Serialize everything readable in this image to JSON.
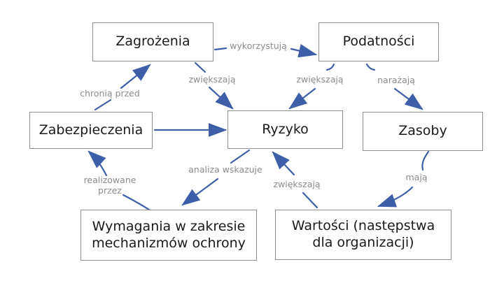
{
  "diagram": {
    "type": "flow-diagram",
    "language": "pl",
    "background": "#ffffff",
    "colors": {
      "arrow": "#3d5fa8",
      "box_border": "#8f8f8f",
      "box_text": "#1a1a1a",
      "edge_label": "#8c8c8c",
      "box_fill": "#ffffff"
    },
    "nodes": [
      {
        "id": "zagrozenia",
        "label": "Zagrożenia"
      },
      {
        "id": "podatnosci",
        "label": "Podatności"
      },
      {
        "id": "zabezpieczenia",
        "label": "Zabezpieczenia"
      },
      {
        "id": "ryzyko",
        "label": "Ryzyko"
      },
      {
        "id": "zasoby",
        "label": "Zasoby"
      },
      {
        "id": "wymagania",
        "label": "Wymagania w zakresie mechanizmów ochrony"
      },
      {
        "id": "wartosci",
        "label": "Wartości (następstwa dla organizacji)"
      }
    ],
    "edges": [
      {
        "from": "Zagrożenia",
        "to": "Podatności",
        "label": "wykorzystują"
      },
      {
        "from": "Zagrożenia",
        "to": "Ryzyko",
        "label": "zwiększają"
      },
      {
        "from": "Podatności",
        "to": "Ryzyko",
        "label": "zwiększają"
      },
      {
        "from": "Podatności",
        "to": "Zasoby",
        "label": "narażają"
      },
      {
        "from": "Zabezpieczenia",
        "to": "Zagrożenia",
        "label": "chronią przed"
      },
      {
        "from": "Zabezpieczenia",
        "to": "Ryzyko",
        "label": ""
      },
      {
        "from": "Ryzyko",
        "to": "Wymagania w zakresie mechanizmów ochrony",
        "label": "analiza wskazuje"
      },
      {
        "from": "Wymagania w zakresie mechanizmów ochrony",
        "to": "Zabezpieczenia",
        "label": "realizowane przez"
      },
      {
        "from": "Wartości (następstwa dla organizacji)",
        "to": "Ryzyko",
        "label": "zwiększają"
      },
      {
        "from": "Zasoby",
        "to": "Wartości (następstwa dla organizacji)",
        "label": "mają"
      }
    ]
  }
}
